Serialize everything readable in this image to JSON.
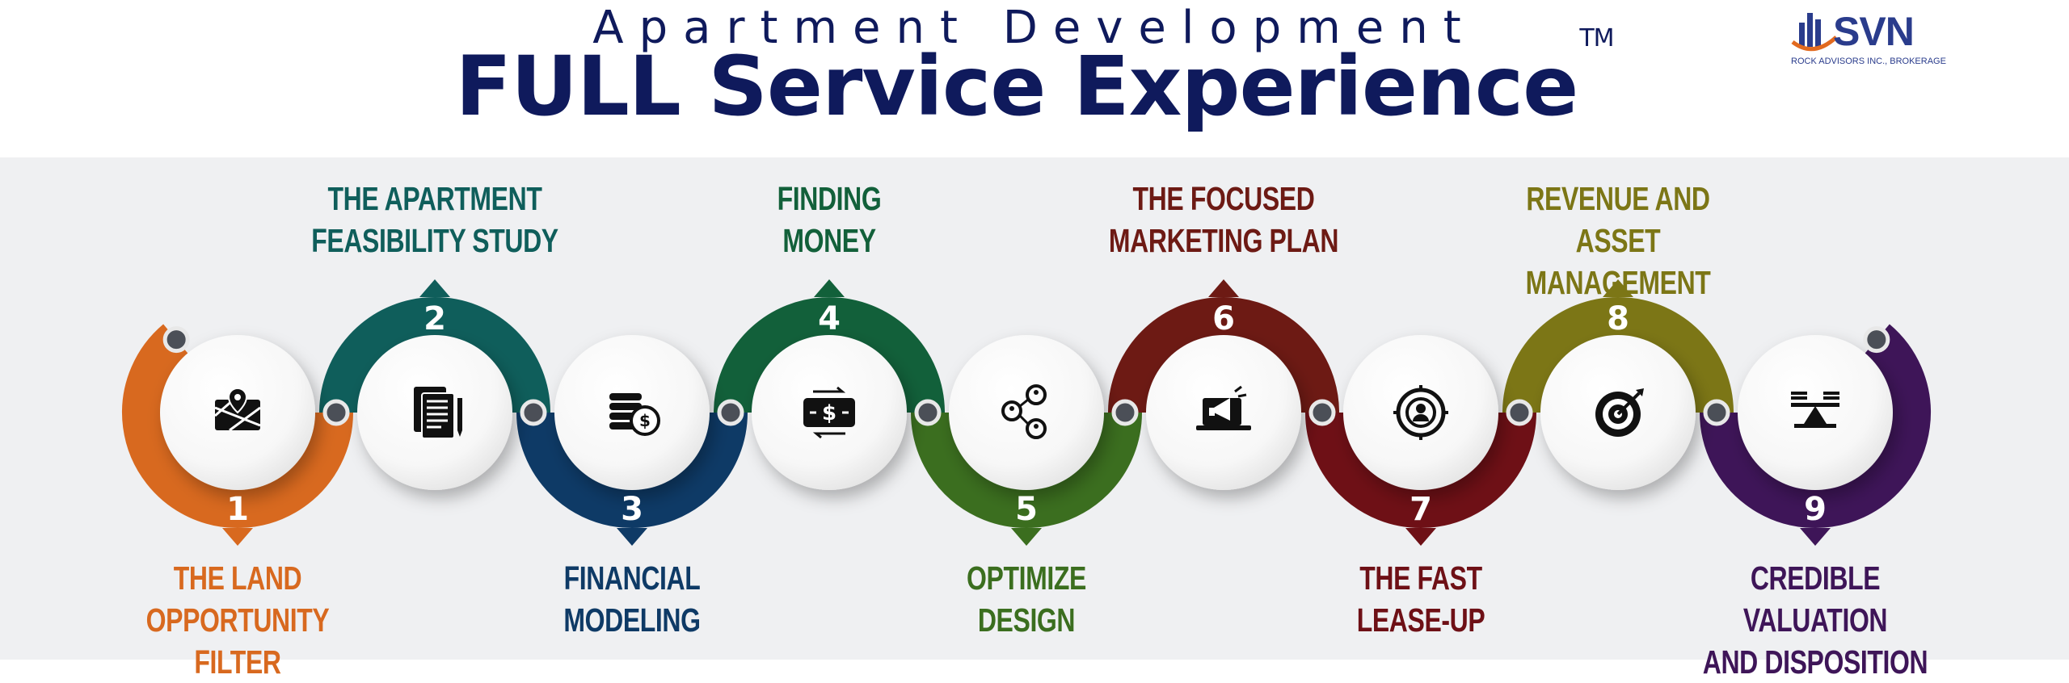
{
  "header": {
    "supertitle": "Apartment Development",
    "title": "FULL Service Experience",
    "trademark": "TM"
  },
  "logo": {
    "name": "SVN",
    "subtitle": "ROCK ADVISORS INC., BROKERAGE"
  },
  "steps": [
    {
      "number": "1",
      "label": "THE LAND\nOPPORTUNITY FILTER",
      "color": "#d8691f",
      "icon": "map-pin-icon",
      "position": "bottom"
    },
    {
      "number": "2",
      "label": "THE APARTMENT\nFEASIBILITY STUDY",
      "color": "#0f5e5b",
      "icon": "document-report-icon",
      "position": "top"
    },
    {
      "number": "3",
      "label": "FINANCIAL\nMODELING",
      "color": "#0e3a66",
      "icon": "coins-dollar-icon",
      "position": "bottom"
    },
    {
      "number": "4",
      "label": "FINDING\nMONEY",
      "color": "#12603a",
      "icon": "money-transfer-icon",
      "position": "top"
    },
    {
      "number": "5",
      "label": "OPTIMIZE\nDESIGN",
      "color": "#3b6e1f",
      "icon": "network-people-icon",
      "position": "bottom"
    },
    {
      "number": "6",
      "label": "THE FOCUSED\nMARKETING PLAN",
      "color": "#6d1a14",
      "icon": "laptop-megaphone-icon",
      "position": "top"
    },
    {
      "number": "7",
      "label": "THE FAST\nLEASE-UP",
      "color": "#6e1016",
      "icon": "target-person-icon",
      "position": "bottom"
    },
    {
      "number": "8",
      "label": "REVENUE AND ASSET\nMANAGEMENT",
      "color": "#7c7616",
      "icon": "bullseye-dart-icon",
      "position": "top"
    },
    {
      "number": "9",
      "label": "CREDIBLE VALUATION\nAND DISPOSITION",
      "color": "#3e1558",
      "icon": "balance-scale-icon",
      "position": "bottom"
    }
  ]
}
